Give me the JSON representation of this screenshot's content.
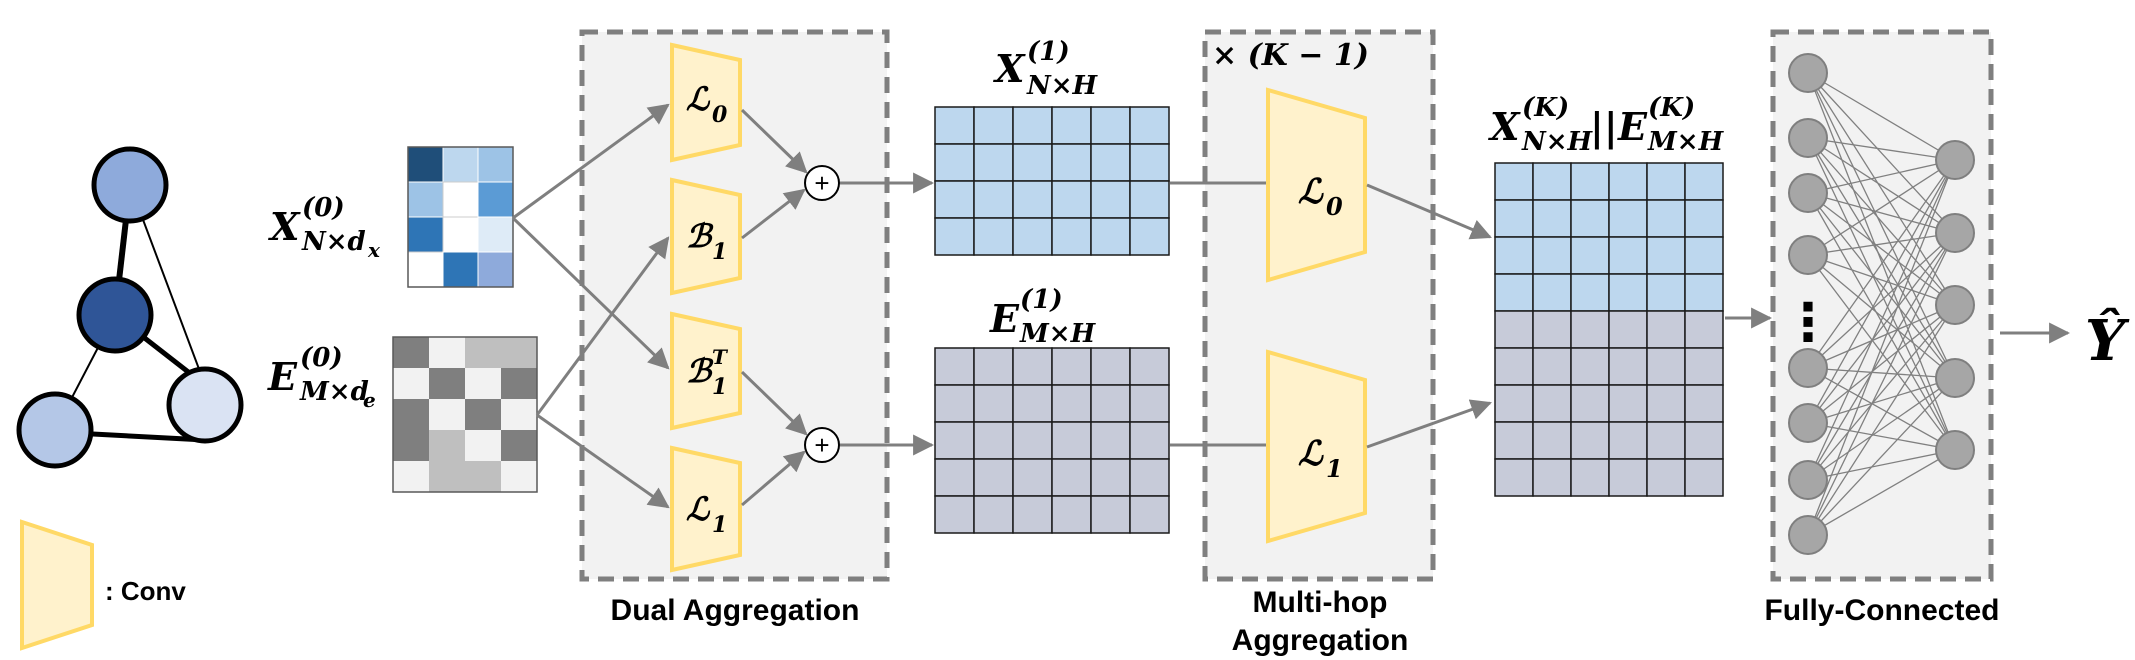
{
  "colors": {
    "node_light": "#8eaadb",
    "node_dark": "#2f5597",
    "node_pale": "#b4c7e7",
    "node_palest": "#dae3f3",
    "conv_fill": "#fff2cc",
    "conv_stroke": "#ffd966",
    "x_grid_fill": "#bdd7ee",
    "e_grid_fill": "#c7cbd9",
    "box_fill": "#f2f2f2",
    "box_stroke": "#7f7f7f",
    "arrow": "#7f7f7f",
    "neuron": "#a6a6a6"
  },
  "inputs": {
    "x0": {
      "base": "X",
      "sup": "(0)",
      "sub": "N×d",
      "subsub": "x"
    },
    "e0": {
      "base": "E",
      "sup": "(0)",
      "sub": "M×d",
      "subsub": "e"
    }
  },
  "dual_aggregation": {
    "title": "Dual Aggregation",
    "ops": [
      {
        "base": "ℒ",
        "sub": "0",
        "sup": ""
      },
      {
        "base": "ℬ",
        "sub": "1",
        "sup": ""
      },
      {
        "base": "ℬ",
        "sub": "1",
        "sup": "T"
      },
      {
        "base": "ℒ",
        "sub": "1",
        "sup": ""
      }
    ],
    "plus_symbol": "+"
  },
  "intermediate": {
    "x1": {
      "base": "X",
      "sup": "(1)",
      "sub": "N×H"
    },
    "e1": {
      "base": "E",
      "sup": "(1)",
      "sub": "M×H"
    }
  },
  "multi_hop": {
    "title_line1": "Multi-hop",
    "title_line2": "Aggregation",
    "repeat": "× (K − 1)",
    "ops": [
      {
        "base": "ℒ",
        "sub": "0"
      },
      {
        "base": "ℒ",
        "sub": "1"
      }
    ]
  },
  "output_concat": {
    "x_base": "X",
    "x_sup": "(K)",
    "x_sub": "N×H",
    "sep": "||",
    "e_base": "E",
    "e_sup": "(K)",
    "e_sub": "M×H"
  },
  "fully_connected": {
    "title": "Fully-Connected",
    "dots": "⋮"
  },
  "output": {
    "label": "Ŷ"
  },
  "legend": {
    "label": ": Conv"
  }
}
